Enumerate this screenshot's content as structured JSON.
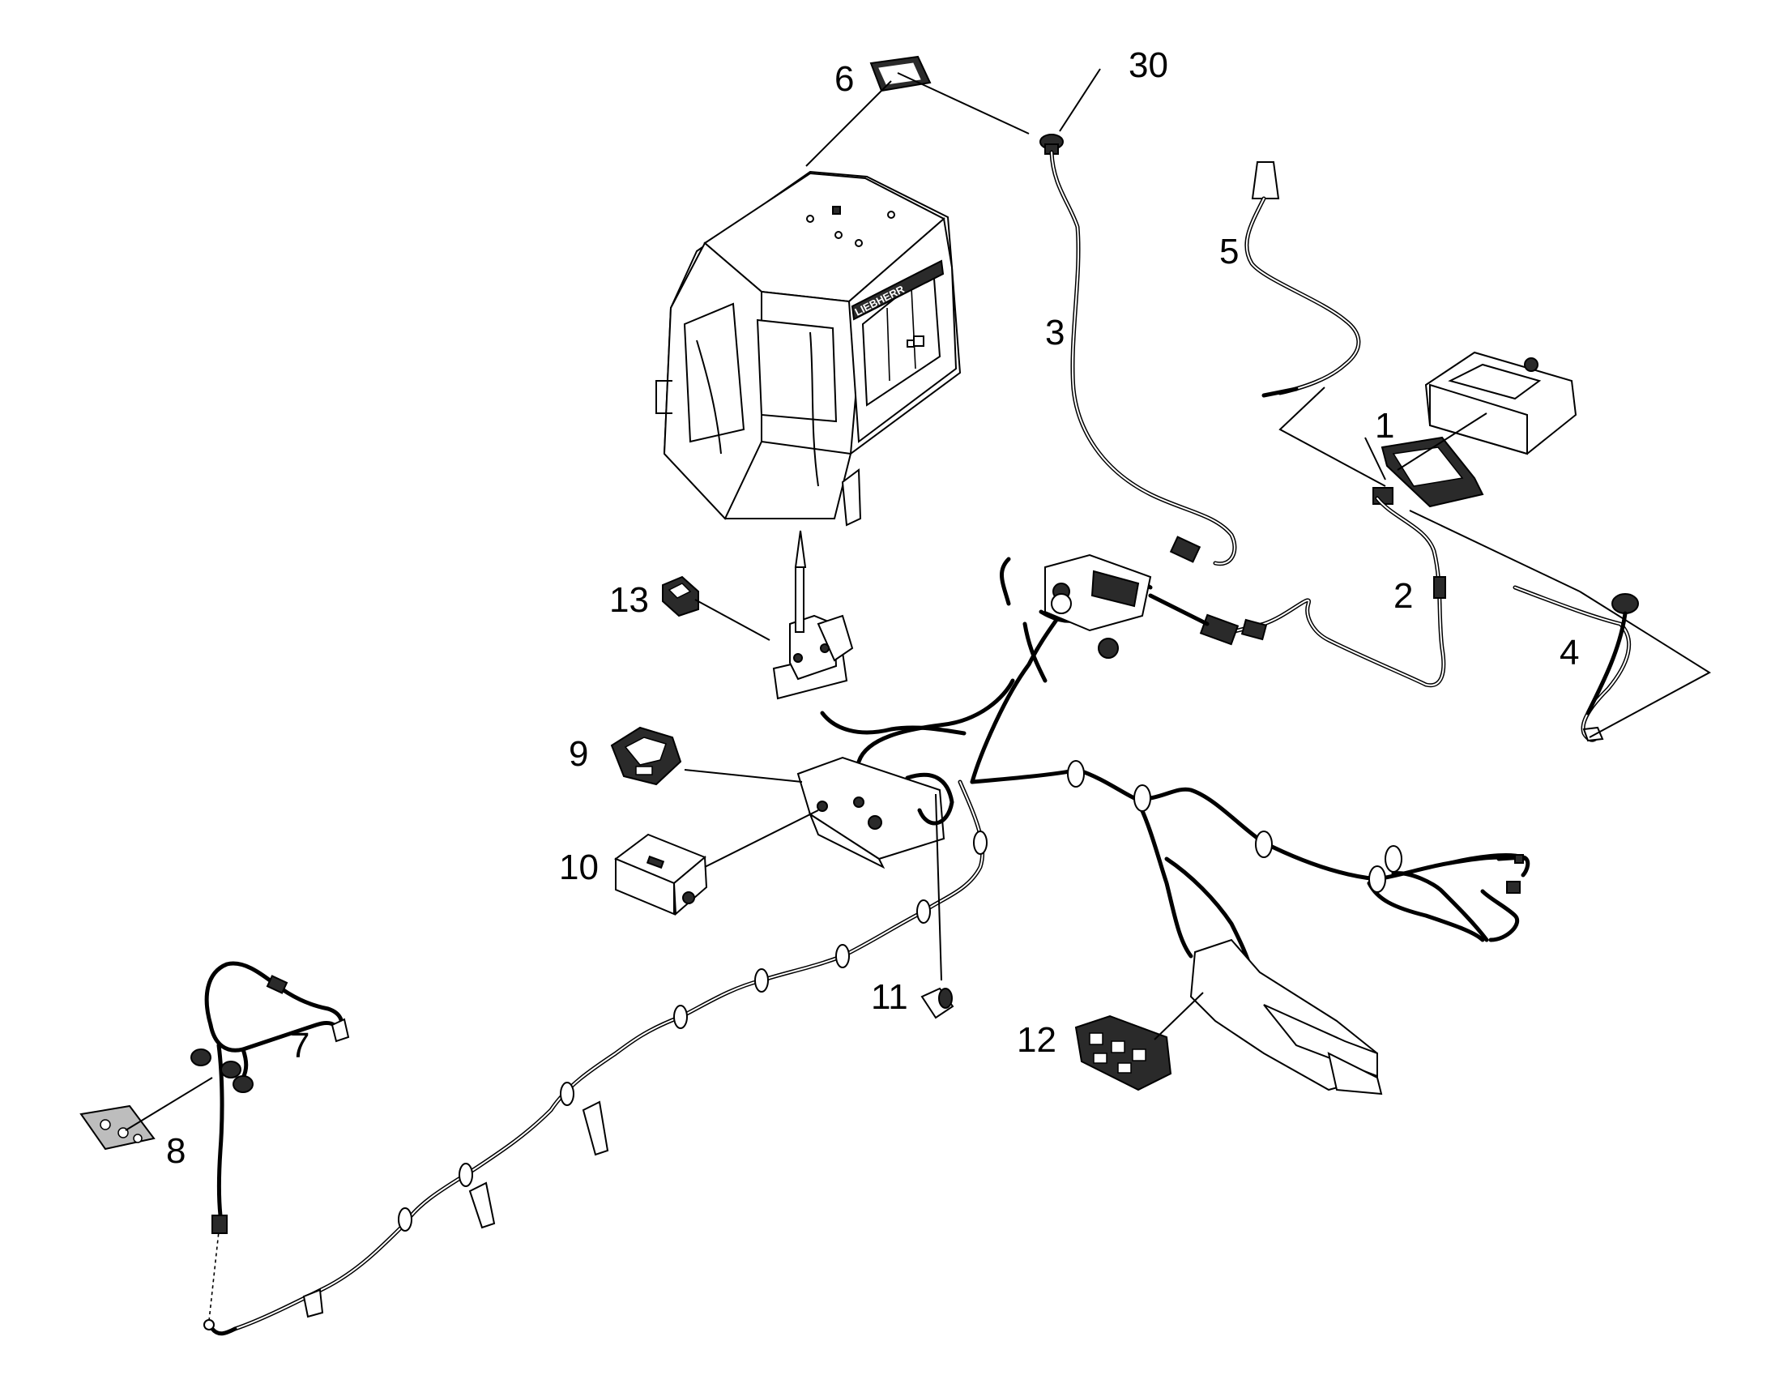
{
  "callouts": [
    {
      "id": "1",
      "label": "1"
    },
    {
      "id": "2",
      "label": "2"
    },
    {
      "id": "3",
      "label": "3"
    },
    {
      "id": "4",
      "label": "4"
    },
    {
      "id": "5",
      "label": "5"
    },
    {
      "id": "6",
      "label": "6"
    },
    {
      "id": "7",
      "label": "7"
    },
    {
      "id": "8",
      "label": "8"
    },
    {
      "id": "9",
      "label": "9"
    },
    {
      "id": "10",
      "label": "10"
    },
    {
      "id": "11",
      "label": "11"
    },
    {
      "id": "12",
      "label": "12"
    },
    {
      "id": "13",
      "label": "13"
    },
    {
      "id": "30",
      "label": "30"
    }
  ],
  "cab_logo_text": "LIEBHERR"
}
